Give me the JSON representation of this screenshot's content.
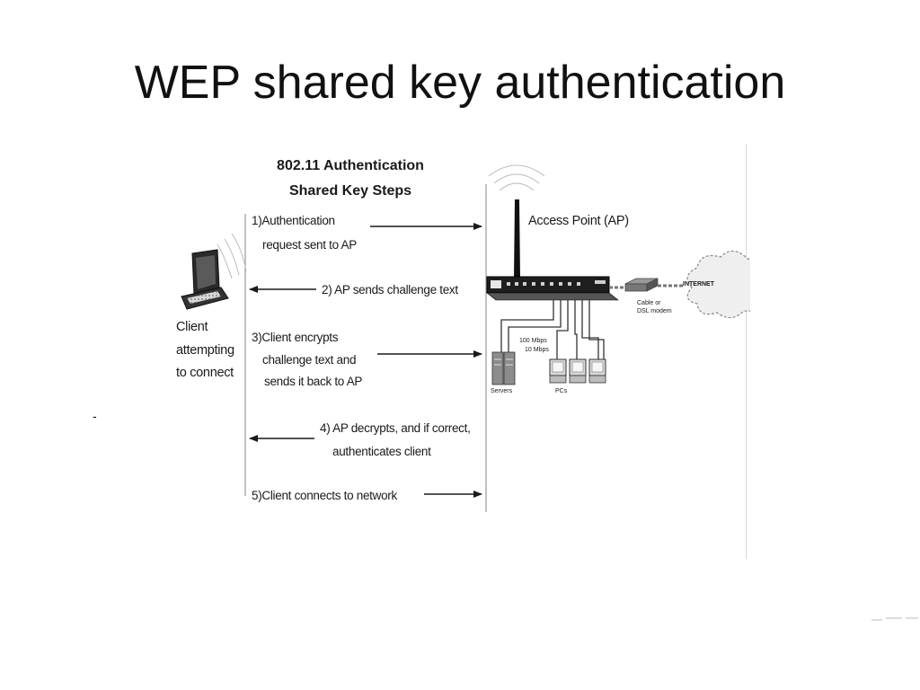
{
  "slide": {
    "title": "WEP shared key authentication",
    "bullet": "-"
  },
  "diagram": {
    "title_line1": "802.11 Authentication",
    "title_line2": "Shared Key Steps",
    "client_label": [
      "Client",
      "attempting",
      "to connect"
    ],
    "ap_label": "Access Point (AP)",
    "steps": [
      {
        "lines": [
          "1)Authentication",
          "request sent to AP"
        ],
        "direction": "to-ap"
      },
      {
        "lines": [
          "2) AP sends challenge text"
        ],
        "direction": "to-client"
      },
      {
        "lines": [
          "3)Client encrypts",
          "challenge text and",
          "sends it back to AP"
        ],
        "direction": "to-ap"
      },
      {
        "lines": [
          "4) AP decrypts, and if correct,",
          "authenticates client"
        ],
        "direction": "to-client"
      },
      {
        "lines": [
          "5)Client connects to network"
        ],
        "direction": "to-ap"
      }
    ],
    "network": {
      "modem_label": [
        "Cable or",
        "DSL modem"
      ],
      "internet_label": "INTERNET",
      "speed_labels": [
        "100 Mbps",
        "10 Mbps"
      ],
      "servers_label": "Servers",
      "pcs_label": "PCs"
    }
  }
}
